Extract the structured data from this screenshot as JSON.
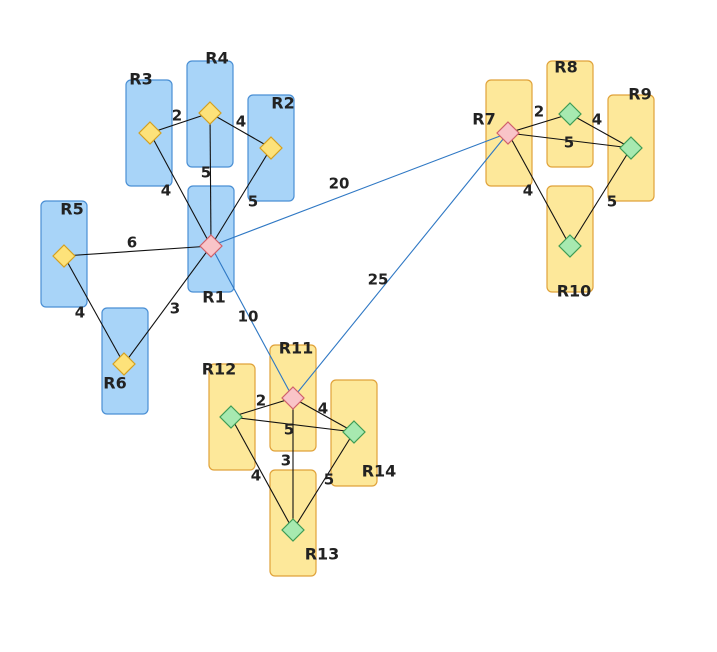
{
  "colors": {
    "blue_box_fill": "#a8d4f8",
    "blue_box_stroke": "#4a8fd4",
    "yellow_box_fill": "#fde89a",
    "yellow_box_stroke": "#e0a23a",
    "yellow_diamond": "#fde27a",
    "yellow_diamond_stroke": "#d4a020",
    "green_diamond": "#a7e9b0",
    "green_diamond_stroke": "#3e9c55",
    "pink_diamond": "#f9c4c8",
    "pink_diamond_stroke": "#d0606a",
    "black_edge": "#111111",
    "blue_edge": "#2f78c4"
  },
  "routers": [
    {
      "id": "R1",
      "label": "R1"
    },
    {
      "id": "R2",
      "label": "R2"
    },
    {
      "id": "R3",
      "label": "R3"
    },
    {
      "id": "R4",
      "label": "R4"
    },
    {
      "id": "R5",
      "label": "R5"
    },
    {
      "id": "R6",
      "label": "R6"
    },
    {
      "id": "R7",
      "label": "R7"
    },
    {
      "id": "R8",
      "label": "R8"
    },
    {
      "id": "R9",
      "label": "R9"
    },
    {
      "id": "R10",
      "label": "R10"
    },
    {
      "id": "R11",
      "label": "R11"
    },
    {
      "id": "R12",
      "label": "R12"
    },
    {
      "id": "R13",
      "label": "R13"
    },
    {
      "id": "R14",
      "label": "R14"
    }
  ],
  "links": [
    {
      "from": "R3",
      "to": "R4",
      "weight": "2"
    },
    {
      "from": "R4",
      "to": "R2",
      "weight": "4"
    },
    {
      "from": "R3",
      "to": "R1",
      "weight": "4"
    },
    {
      "from": "R4",
      "to": "R1",
      "weight": "5"
    },
    {
      "from": "R2",
      "to": "R1",
      "weight": "5"
    },
    {
      "from": "R5",
      "to": "R1",
      "weight": "6"
    },
    {
      "from": "R5",
      "to": "R6",
      "weight": "4"
    },
    {
      "from": "R6",
      "to": "R1",
      "weight": "3"
    },
    {
      "from": "R1",
      "to": "R7",
      "weight": "20"
    },
    {
      "from": "R1",
      "to": "R11",
      "weight": "10"
    },
    {
      "from": "R7",
      "to": "R11",
      "weight": "25"
    },
    {
      "from": "R7",
      "to": "R8",
      "weight": "2"
    },
    {
      "from": "R8",
      "to": "R9",
      "weight": "4"
    },
    {
      "from": "R7",
      "to": "R9",
      "weight": "5"
    },
    {
      "from": "R7",
      "to": "R10",
      "weight": "4"
    },
    {
      "from": "R9",
      "to": "R10",
      "weight": "5"
    },
    {
      "from": "R12",
      "to": "R11",
      "weight": "2"
    },
    {
      "from": "R11",
      "to": "R14",
      "weight": "4"
    },
    {
      "from": "R12",
      "to": "R14",
      "weight": "5"
    },
    {
      "from": "R11",
      "to": "R13",
      "weight": "3"
    },
    {
      "from": "R12",
      "to": "R13",
      "weight": "4"
    },
    {
      "from": "R14",
      "to": "R13",
      "weight": "5"
    }
  ]
}
